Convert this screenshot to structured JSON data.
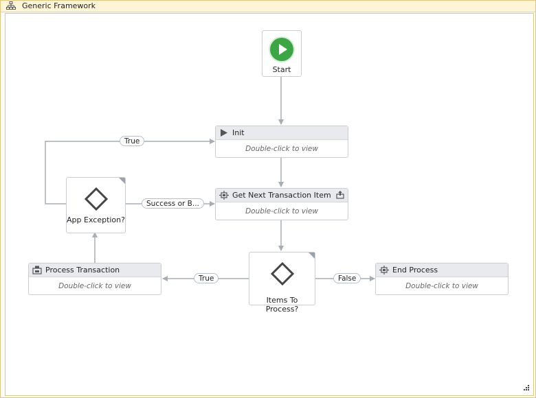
{
  "window": {
    "title": "Generic Framework",
    "title_icon": "flowchart-icon"
  },
  "nodes": {
    "start": {
      "label": "Start",
      "icon": "play-icon"
    },
    "init": {
      "title": "Init",
      "body": "Double-click to view",
      "icon": "sequence-play-icon"
    },
    "get_next": {
      "title": "Get Next Transaction Item",
      "body": "Double-click to view",
      "icon": "state-icon",
      "right_icon": "upload-icon"
    },
    "app_exception": {
      "label": "App Exception?",
      "icon": "decision-diamond-icon"
    },
    "items_to_process": {
      "label": "Items To Process?",
      "icon": "decision-diamond-icon"
    },
    "process_transaction": {
      "title": "Process Transaction",
      "body": "Double-click to view",
      "icon": "process-icon"
    },
    "end_process": {
      "title": "End Process",
      "body": "Double-click to view",
      "icon": "state-icon"
    }
  },
  "edges": {
    "app_exception_true": "True",
    "app_exception_success": "Success or B...",
    "items_true": "True",
    "items_false": "False"
  },
  "colors": {
    "frame_border": "#e3c77d",
    "title_bar": "#fef4d6",
    "start_green": "#3aa744",
    "wire": "#a7adb3"
  }
}
